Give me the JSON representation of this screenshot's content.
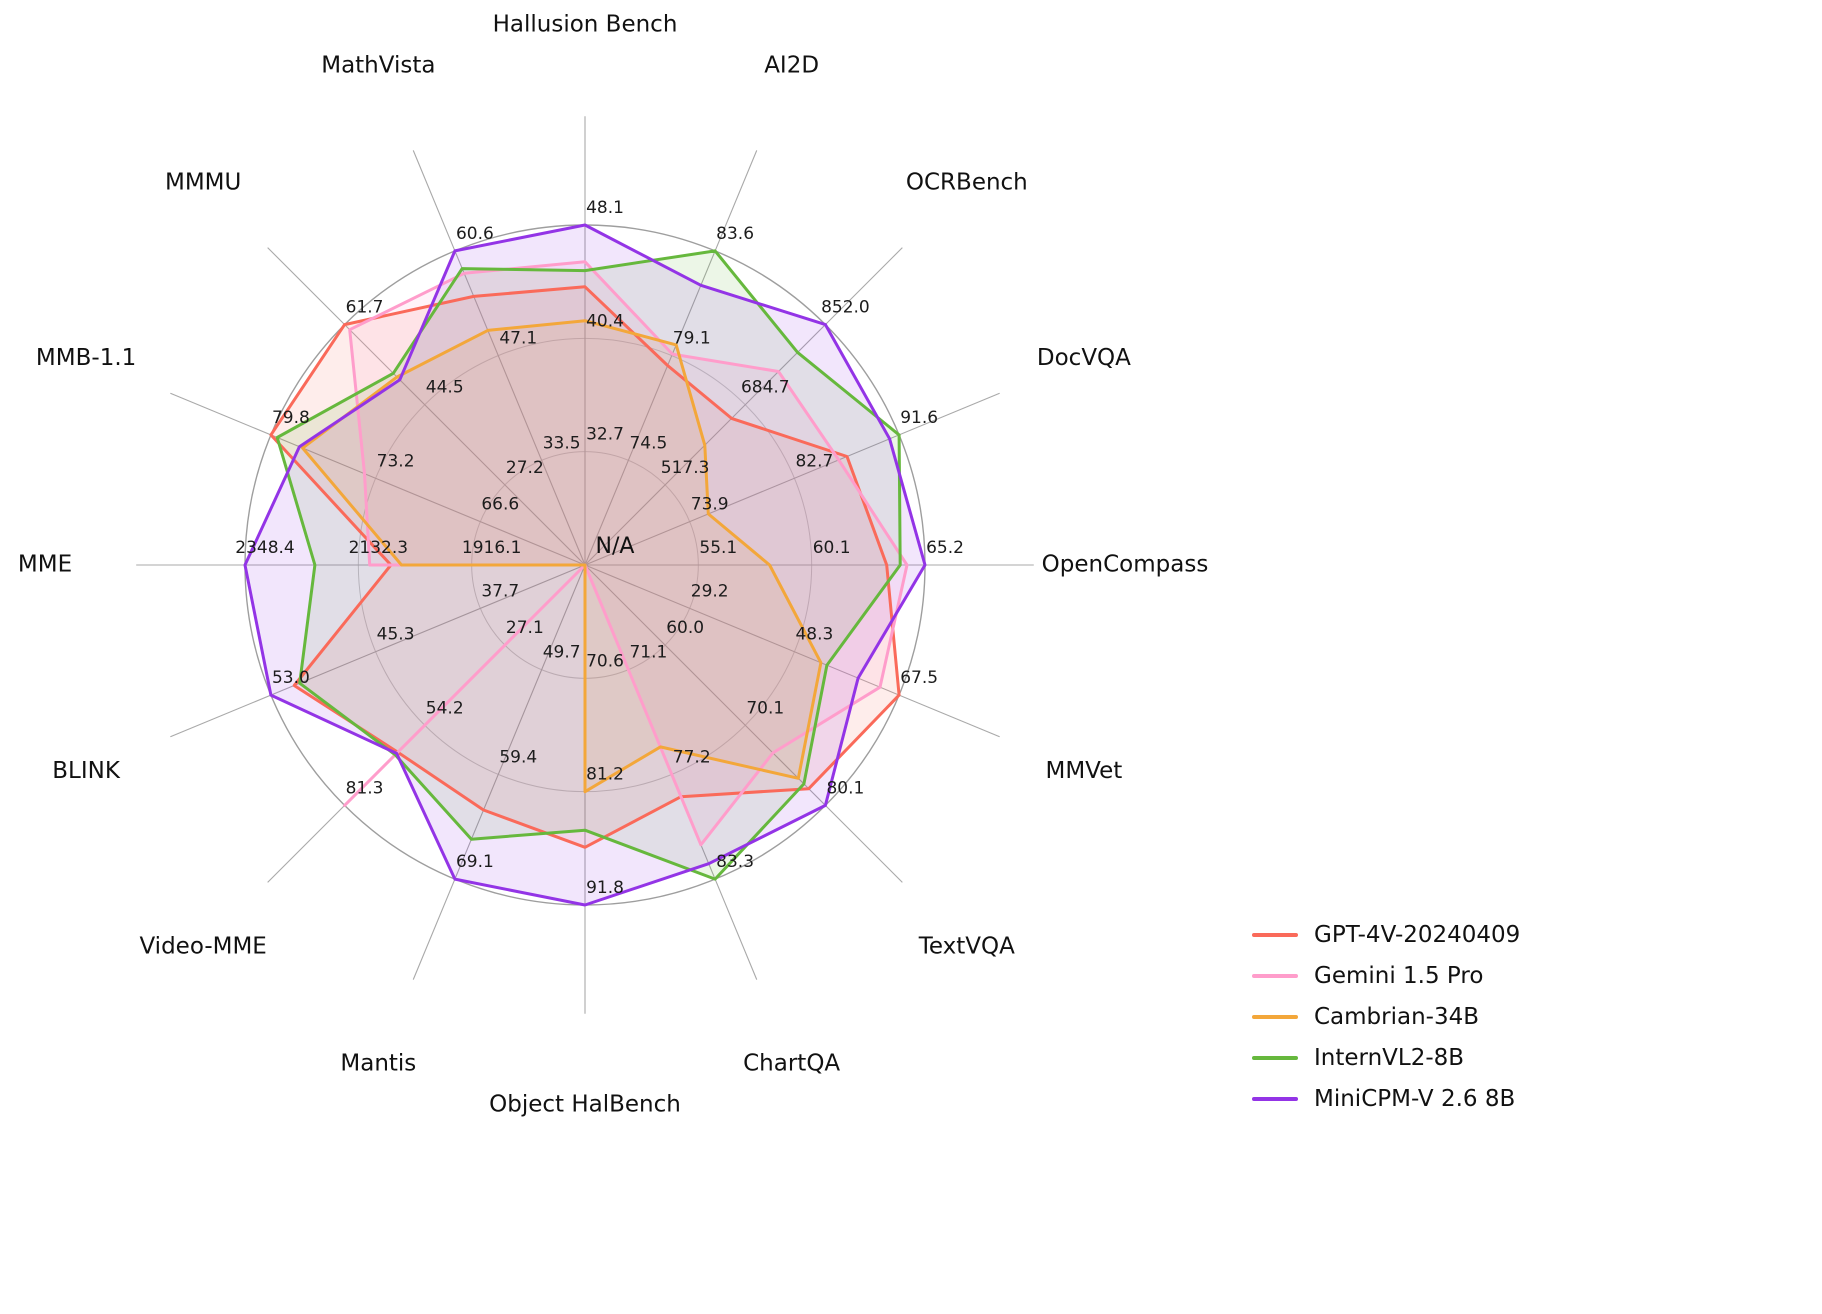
{
  "chart_data": {
    "type": "radar",
    "title": "",
    "center_label": "N/A",
    "legend_position": "bottom-right",
    "grid": {
      "levels": 3,
      "shape": "circular"
    },
    "axes": [
      {
        "label": "Hallusion Bench",
        "ticks": [
          32.7,
          40.4,
          48.1
        ]
      },
      {
        "label": "AI2D",
        "ticks": [
          74.5,
          79.1,
          83.6
        ]
      },
      {
        "label": "OCRBench",
        "ticks": [
          517.3,
          684.7,
          852.0
        ]
      },
      {
        "label": "DocVQA",
        "ticks": [
          73.9,
          82.7,
          91.6
        ]
      },
      {
        "label": "OpenCompass",
        "ticks": [
          55.1,
          60.1,
          65.2
        ]
      },
      {
        "label": "MMVet",
        "ticks": [
          29.2,
          48.3,
          67.5
        ]
      },
      {
        "label": "TextVQA",
        "ticks": [
          60.0,
          70.1,
          80.1
        ]
      },
      {
        "label": "ChartQA",
        "ticks": [
          71.1,
          77.2,
          83.3
        ]
      },
      {
        "label": "Object HalBench",
        "ticks": [
          70.6,
          81.2,
          91.8
        ]
      },
      {
        "label": "Mantis",
        "ticks": [
          49.7,
          59.4,
          69.1
        ]
      },
      {
        "label": "Video-MME",
        "ticks": [
          27.1,
          54.2,
          81.3
        ]
      },
      {
        "label": "BLINK",
        "ticks": [
          37.7,
          45.3,
          53.0
        ]
      },
      {
        "label": "MME",
        "ticks": [
          1916.1,
          2132.3,
          2348.4
        ]
      },
      {
        "label": "MMB-1.1",
        "ticks": [
          66.6,
          73.2,
          79.8
        ]
      },
      {
        "label": "MMMU",
        "ticks": [
          27.2,
          44.5,
          61.7
        ]
      },
      {
        "label": "MathVista",
        "ticks": [
          33.5,
          47.1,
          60.6
        ]
      }
    ],
    "series": [
      {
        "name": "GPT-4V-20240409",
        "color": "#fa6a5a",
        "values": [
          43.9,
          78.6,
          656.0,
          87.2,
          63.5,
          67.5,
          78.0,
          78.5,
          86.4,
          62.7,
          63.3,
          51.3,
          2070.2,
          79.8,
          61.7,
          54.7
        ]
      },
      {
        "name": "Gemini 1.5 Pro",
        "color": "#ff9dcb",
        "values": [
          45.6,
          79.1,
          754.0,
          86.5,
          64.4,
          64.0,
          73.5,
          81.3,
          null,
          null,
          81.3,
          null,
          2110.6,
          73.9,
          60.6,
          57.7
        ]
      },
      {
        "name": "Cambrian-34B",
        "color": "#f3a73a",
        "values": [
          41.6,
          79.5,
          600.0,
          75.5,
          58.3,
          53.2,
          76.7,
          75.6,
          81.2,
          null,
          null,
          null,
          2049.9,
          77.8,
          50.4,
          50.3
        ]
      },
      {
        "name": "InternVL2-8B",
        "color": "#66b83d",
        "values": [
          45.0,
          83.6,
          794.0,
          91.6,
          64.1,
          54.3,
          77.4,
          83.3,
          84.8,
          65.4,
          64.2,
          50.9,
          2215.1,
          79.4,
          51.2,
          58.3
        ]
      },
      {
        "name": "MiniCPM-V 2.6 8B",
        "color": "#9334e6",
        "values": [
          48.1,
          82.1,
          852.0,
          90.8,
          65.2,
          60.0,
          80.1,
          82.4,
          91.8,
          69.1,
          63.7,
          53.0,
          2348.4,
          78.0,
          49.8,
          60.6
        ]
      }
    ]
  }
}
